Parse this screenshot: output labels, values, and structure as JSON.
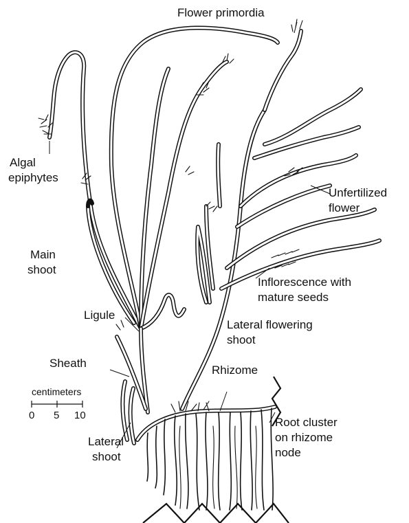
{
  "labels": {
    "flower_primordia": "Flower primordia",
    "algal_epiphytes_1": "Algal",
    "algal_epiphytes_2": "epiphytes",
    "unfertilized_1": "Unfertilized",
    "unfertilized_2": "flower",
    "main_shoot_1": "Main",
    "main_shoot_2": "shoot",
    "inflorescence_1": "Inflorescence with",
    "inflorescence_2": "mature seeds",
    "ligule": "Ligule",
    "lateral_flowering_1": "Lateral flowering",
    "lateral_flowering_2": "shoot",
    "sheath": "Sheath",
    "rhizome": "Rhizome",
    "lateral_shoot_1": "Lateral",
    "lateral_shoot_2": "shoot",
    "root_cluster_1": "Root cluster",
    "root_cluster_2": "on rhizome",
    "root_cluster_3": "node"
  },
  "scale": {
    "title": "centimeters",
    "ticks": [
      "0",
      "5",
      "10"
    ]
  },
  "colors": {
    "ink": "#111111",
    "background": "#ffffff"
  }
}
